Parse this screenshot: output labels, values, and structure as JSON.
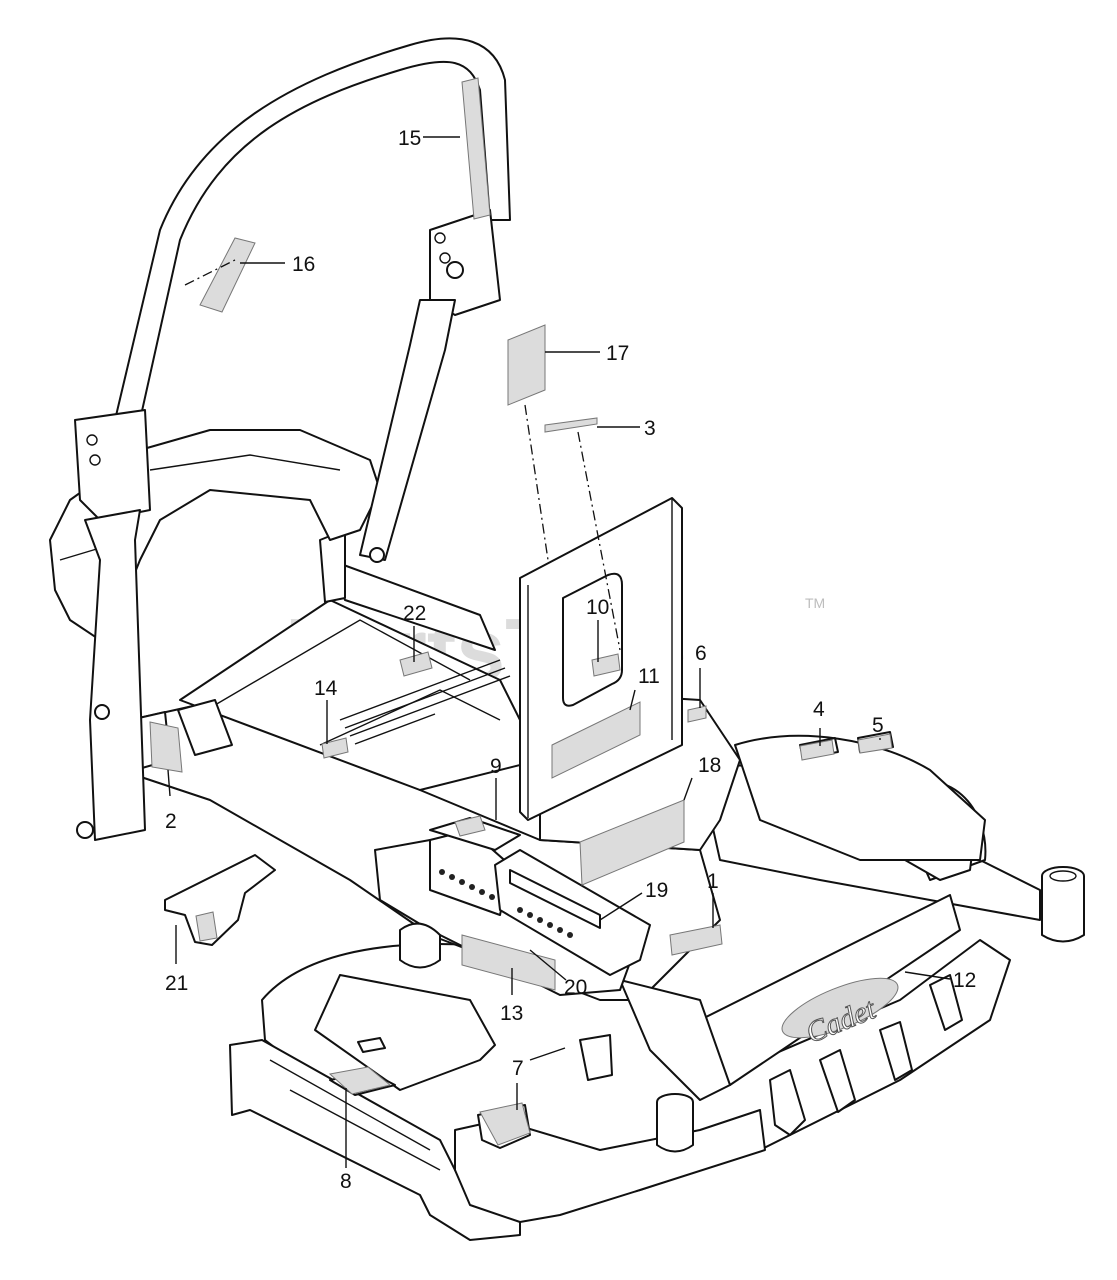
{
  "watermark": {
    "text": "PartsTree",
    "trademark": "TM"
  },
  "brand_logo": "Cadet",
  "callouts": {
    "c1": "1",
    "c2": "2",
    "c3": "3",
    "c4": "4",
    "c5": "5",
    "c6": "6",
    "c7": "7",
    "c8": "8",
    "c9": "9",
    "c10": "10",
    "c11": "11",
    "c12": "12",
    "c13": "13",
    "c14": "14",
    "c15": "15",
    "c16": "16",
    "c17": "17",
    "c18": "18",
    "c19": "19",
    "c20": "20",
    "c21": "21",
    "c22": "22"
  }
}
